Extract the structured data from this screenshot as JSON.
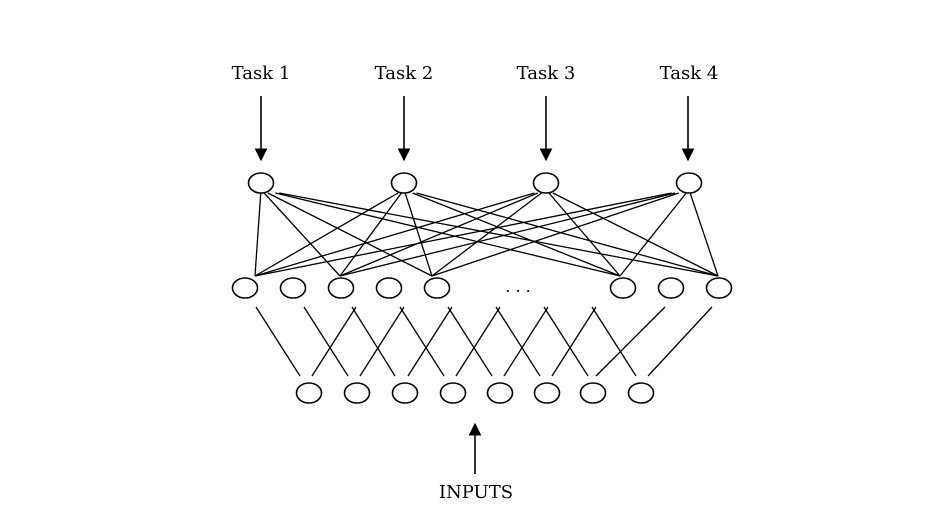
{
  "tasks": [
    {
      "label": "Task 1"
    },
    {
      "label": "Task 2"
    },
    {
      "label": "Task 3"
    },
    {
      "label": "Task 4"
    }
  ],
  "hidden_units_shown": 8,
  "ellipsis": ". . .",
  "input_units": 8,
  "inputs_label": "INPUTS",
  "colors": {
    "line": "#000000",
    "background": "#ffffff"
  }
}
